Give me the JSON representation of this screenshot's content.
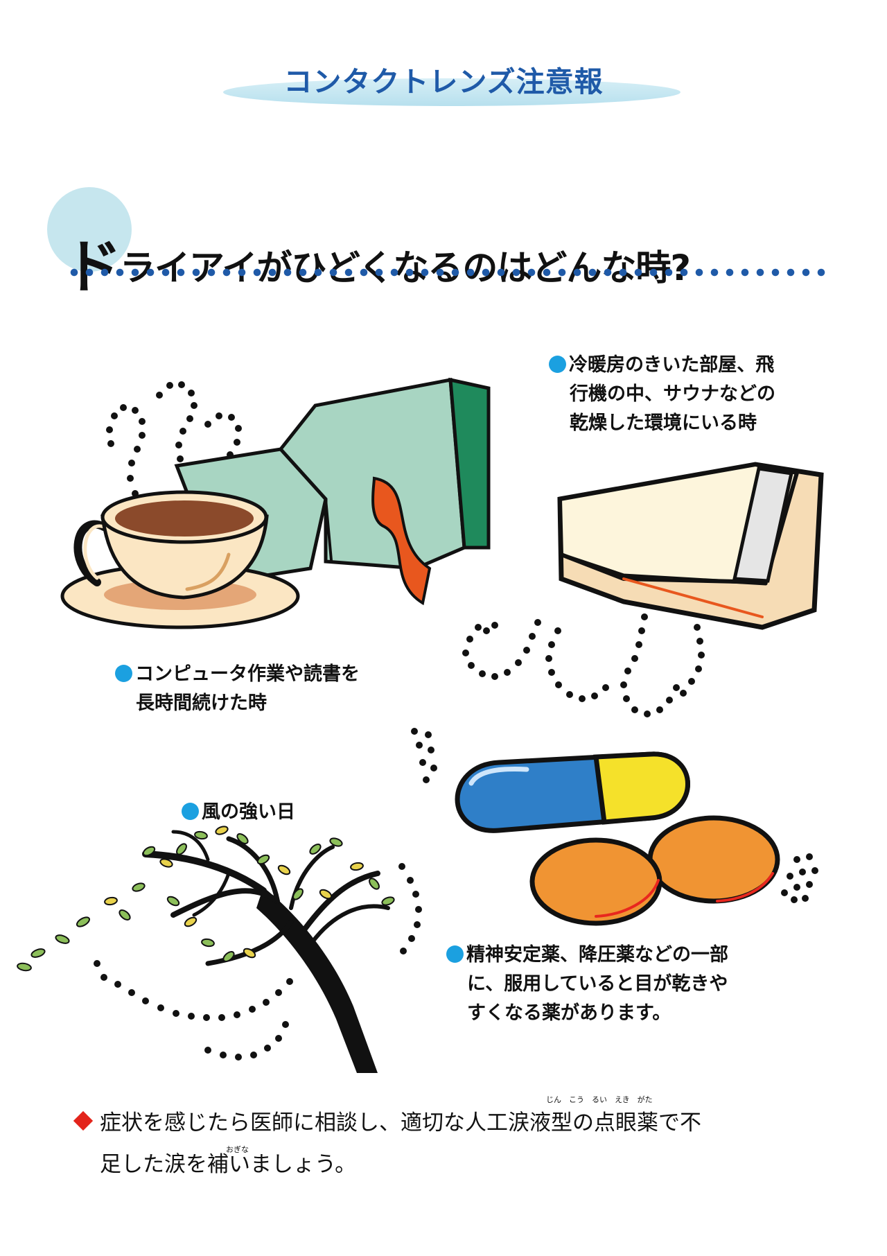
{
  "header": {
    "title": "コンタクトレンズ注意報"
  },
  "heading": {
    "first_char": "ド",
    "rest": "ライアイがひどくなるのはどんな時?"
  },
  "captions": {
    "aircon": [
      "冷暖房のきいた部屋、飛",
      "行機の中、サウナなどの",
      "乾燥した環境にいる時"
    ],
    "computer": [
      "コンピュータ作業や読書を",
      "長時間続けた時"
    ],
    "wind": [
      "風の強い日"
    ],
    "medicine": [
      "精神安定薬、降圧薬などの一部",
      "に、服用していると目が乾きや",
      "すくなる薬があります。"
    ]
  },
  "footer": {
    "line1": "症状を感じたら医師に相談し、適切な人工涙液型の点眼薬で不",
    "line2": "足した涙を補いましょう。",
    "ruby1": "じん　こう　るい　えき　がた",
    "ruby2": "おぎな"
  },
  "colors": {
    "accent_blue": "#1f5aa8",
    "bullet_blue": "#1ba0e0",
    "diamond_red": "#e3241b",
    "heading_circle": "#c6e6ee"
  },
  "icons": [
    "coffee-cup-icon",
    "open-book-icon",
    "air-conditioner-icon",
    "capsule-icon",
    "tablet-icon",
    "windblown-tree-icon"
  ]
}
